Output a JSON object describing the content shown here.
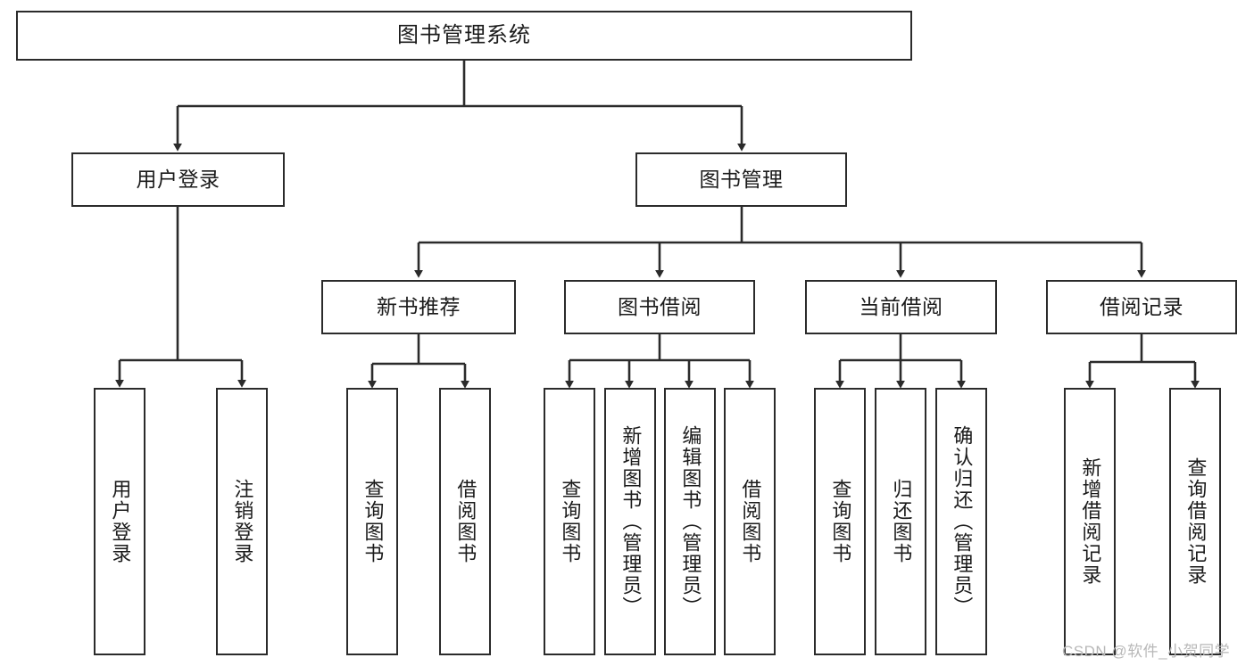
{
  "diagram": {
    "title_node": {
      "label": "图书管理系统"
    },
    "level2": [
      {
        "id": "user-login",
        "label": "用户登录"
      },
      {
        "id": "book-management",
        "label": "图书管理"
      }
    ],
    "level3": [
      {
        "id": "new-book-recommend",
        "label": "新书推荐"
      },
      {
        "id": "book-borrow",
        "label": "图书借阅"
      },
      {
        "id": "current-borrow",
        "label": "当前借阅"
      },
      {
        "id": "borrow-record",
        "label": "借阅记录"
      }
    ],
    "leaves": [
      {
        "id": "leaf-user-login",
        "label": "用户登录",
        "group": "用户登录"
      },
      {
        "id": "leaf-logout",
        "label": "注销登录",
        "group": "用户登录"
      },
      {
        "id": "leaf-query-book-1",
        "label": "查询图书",
        "group": "新书推荐"
      },
      {
        "id": "leaf-borrow-book-1",
        "label": "借阅图书",
        "group": "新书推荐"
      },
      {
        "id": "leaf-query-book-2",
        "label": "查询图书",
        "group": "图书借阅"
      },
      {
        "id": "leaf-add-book",
        "label": "新增图书（管理员）",
        "group": "图书借阅"
      },
      {
        "id": "leaf-edit-book",
        "label": "编辑图书（管理员）",
        "group": "图书借阅"
      },
      {
        "id": "leaf-borrow-book-2",
        "label": "借阅图书",
        "group": "图书借阅"
      },
      {
        "id": "leaf-query-book-3",
        "label": "查询图书",
        "group": "当前借阅"
      },
      {
        "id": "leaf-return-book",
        "label": "归还图书",
        "group": "当前借阅"
      },
      {
        "id": "leaf-confirm-return",
        "label": "确认归还（管理员）",
        "group": "当前借阅"
      },
      {
        "id": "leaf-add-record",
        "label": "新增借阅记录",
        "group": "借阅记录"
      },
      {
        "id": "leaf-query-record",
        "label": "查询借阅记录",
        "group": "借阅记录"
      }
    ],
    "watermark": "CSDN @软件_小贺同学",
    "colors": {
      "stroke": "#2b2b2b",
      "fill": "#ffffff",
      "text": "#1b1b1b",
      "watermark": "#b8b8b8"
    }
  }
}
